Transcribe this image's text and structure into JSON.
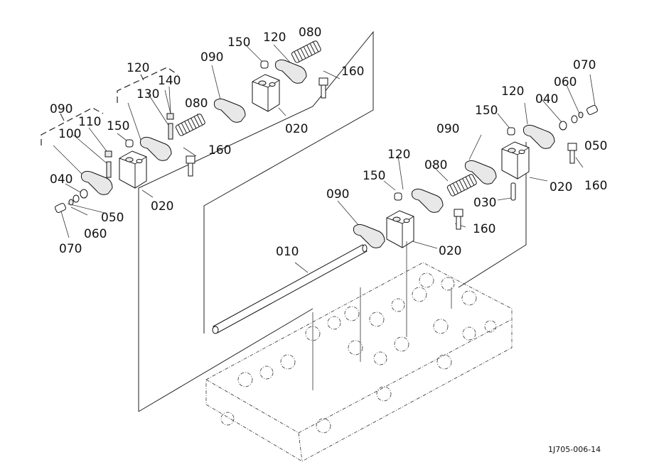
{
  "diagram": {
    "title": "Rocker arm assembly exploded view",
    "drawing_code": "1J705-006-14",
    "labels": [
      {
        "id": "l-090-a",
        "text": "090"
      },
      {
        "id": "l-120-a",
        "text": "120"
      },
      {
        "id": "l-140",
        "text": "140"
      },
      {
        "id": "l-130",
        "text": "130"
      },
      {
        "id": "l-080-a",
        "text": "080"
      },
      {
        "id": "l-110",
        "text": "110"
      },
      {
        "id": "l-100",
        "text": "100"
      },
      {
        "id": "l-150-a",
        "text": "150"
      },
      {
        "id": "l-160-a",
        "text": "160"
      },
      {
        "id": "l-040-a",
        "text": "040"
      },
      {
        "id": "l-020-a",
        "text": "020"
      },
      {
        "id": "l-050-a",
        "text": "050"
      },
      {
        "id": "l-060-a",
        "text": "060"
      },
      {
        "id": "l-070-a",
        "text": "070"
      },
      {
        "id": "l-150-b",
        "text": "150"
      },
      {
        "id": "l-120-b",
        "text": "120"
      },
      {
        "id": "l-080-b",
        "text": "080"
      },
      {
        "id": "l-090-b",
        "text": "090"
      },
      {
        "id": "l-160-b",
        "text": "160"
      },
      {
        "id": "l-020-b",
        "text": "020"
      },
      {
        "id": "l-070-b",
        "text": "070"
      },
      {
        "id": "l-060-b",
        "text": "060"
      },
      {
        "id": "l-120-c",
        "text": "120"
      },
      {
        "id": "l-040-b",
        "text": "040"
      },
      {
        "id": "l-150-c",
        "text": "150"
      },
      {
        "id": "l-050-b",
        "text": "050"
      },
      {
        "id": "l-090-c",
        "text": "090"
      },
      {
        "id": "l-160-c",
        "text": "160"
      },
      {
        "id": "l-020-c",
        "text": "020"
      },
      {
        "id": "l-120-d",
        "text": "120"
      },
      {
        "id": "l-150-d",
        "text": "150"
      },
      {
        "id": "l-080-c",
        "text": "080"
      },
      {
        "id": "l-030",
        "text": "030"
      },
      {
        "id": "l-090-d",
        "text": "090"
      },
      {
        "id": "l-160-d",
        "text": "160"
      },
      {
        "id": "l-020-d",
        "text": "020"
      },
      {
        "id": "l-010",
        "text": "010"
      }
    ]
  }
}
